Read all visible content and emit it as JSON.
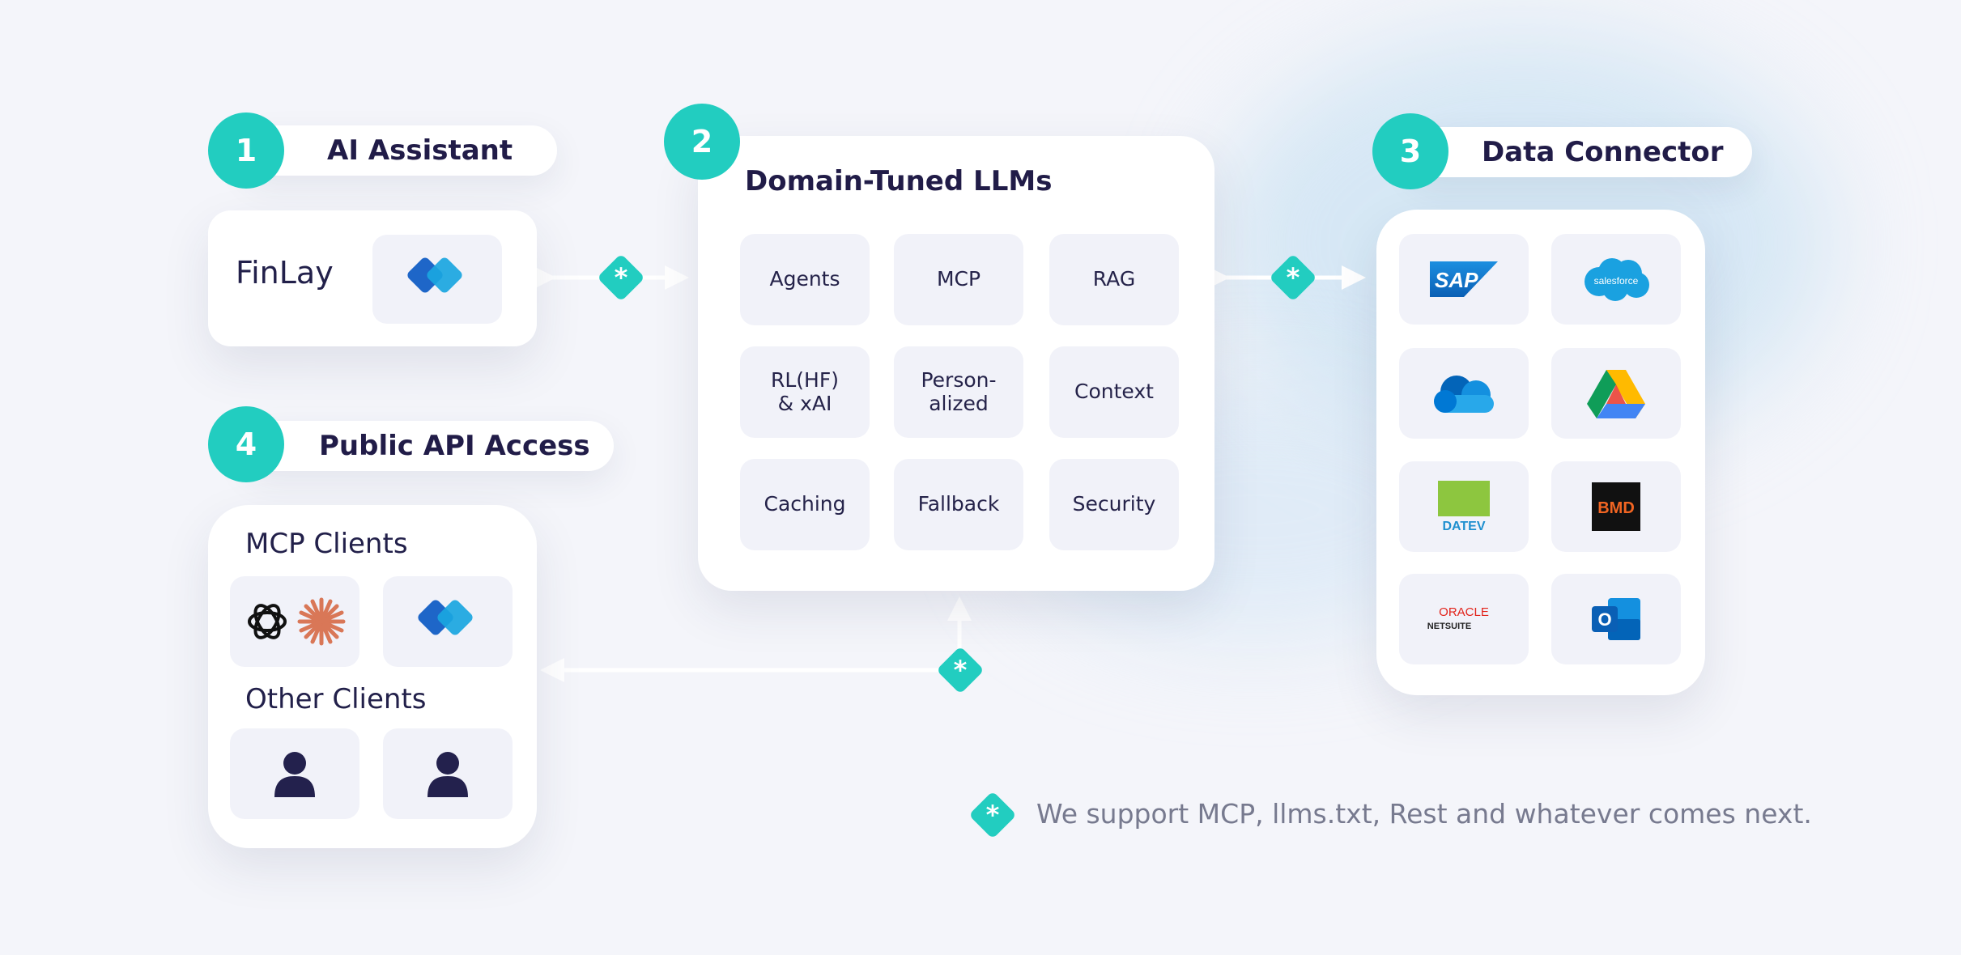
{
  "assistant": {
    "number": "1",
    "title": "AI Assistant",
    "product": "FinLay",
    "logo_icon": "finlay-logo-icon"
  },
  "llms": {
    "number": "2",
    "title": "Domain-Tuned LLMs",
    "tiles": [
      "Agents",
      "MCP",
      "RAG",
      "RL(HF)\n& xAI",
      "Person-\nalized",
      "Context",
      "Caching",
      "Fallback",
      "Security"
    ]
  },
  "connector": {
    "number": "3",
    "title": "Data Connector",
    "logos": [
      {
        "icon": "sap-logo-icon",
        "text": "SAP"
      },
      {
        "icon": "salesforce-logo-icon",
        "text": "salesforce"
      },
      {
        "icon": "onedrive-logo-icon"
      },
      {
        "icon": "google-drive-logo-icon"
      },
      {
        "icon": "datev-logo-icon",
        "text": "DATEV"
      },
      {
        "icon": "bmd-logo-icon",
        "text": "BMD"
      },
      {
        "icon": "oracle-netsuite-logo-icon",
        "text": "ORACLE",
        "subtext": "NETSUITE"
      },
      {
        "icon": "outlook-logo-icon",
        "text": "O"
      }
    ]
  },
  "api": {
    "number": "4",
    "title": "Public API Access",
    "mcp_clients_label": "MCP Clients",
    "other_clients_label": "Other Clients"
  },
  "connector_glyph": "*",
  "footnote": "We support MCP, llms.txt, Rest and whatever comes next.",
  "colors": {
    "accent": "#22cdc0",
    "title": "#211c48",
    "tile_bg": "#f1f2f9",
    "background": "#f4f5fa"
  }
}
